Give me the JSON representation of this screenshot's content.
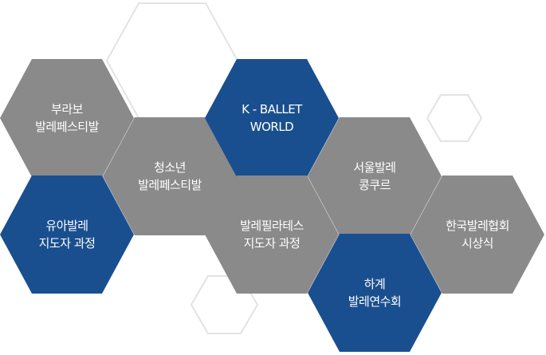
{
  "colors": {
    "gray": "#8a8a8a",
    "blue": "#1a4f8f",
    "outline": "#e3e3e3",
    "text": "#ffffff"
  },
  "tiles": [
    {
      "id": "buravo-ballet-festival",
      "lines": [
        "부라보",
        "발레페스티발"
      ],
      "color": "gray"
    },
    {
      "id": "youth-ballet-festival",
      "lines": [
        "청소년",
        "발레페스티발"
      ],
      "color": "gray"
    },
    {
      "id": "k-ballet-world",
      "lines": [
        "K - BALLET",
        "WORLD"
      ],
      "color": "blue"
    },
    {
      "id": "seoul-ballet-concours",
      "lines": [
        "서울발레",
        "콩쿠르"
      ],
      "color": "gray"
    },
    {
      "id": "child-ballet-instructor",
      "lines": [
        "유아발레",
        "지도자 과정"
      ],
      "color": "blue"
    },
    {
      "id": "ballet-pilates-instructor",
      "lines": [
        "발레필라테스",
        "지도자 과정"
      ],
      "color": "gray"
    },
    {
      "id": "korea-ballet-awards",
      "lines": [
        "한국발레협회",
        "시상식"
      ],
      "color": "gray"
    },
    {
      "id": "summer-ballet-training",
      "lines": [
        "하계",
        "발레연수회"
      ],
      "color": "blue"
    }
  ]
}
